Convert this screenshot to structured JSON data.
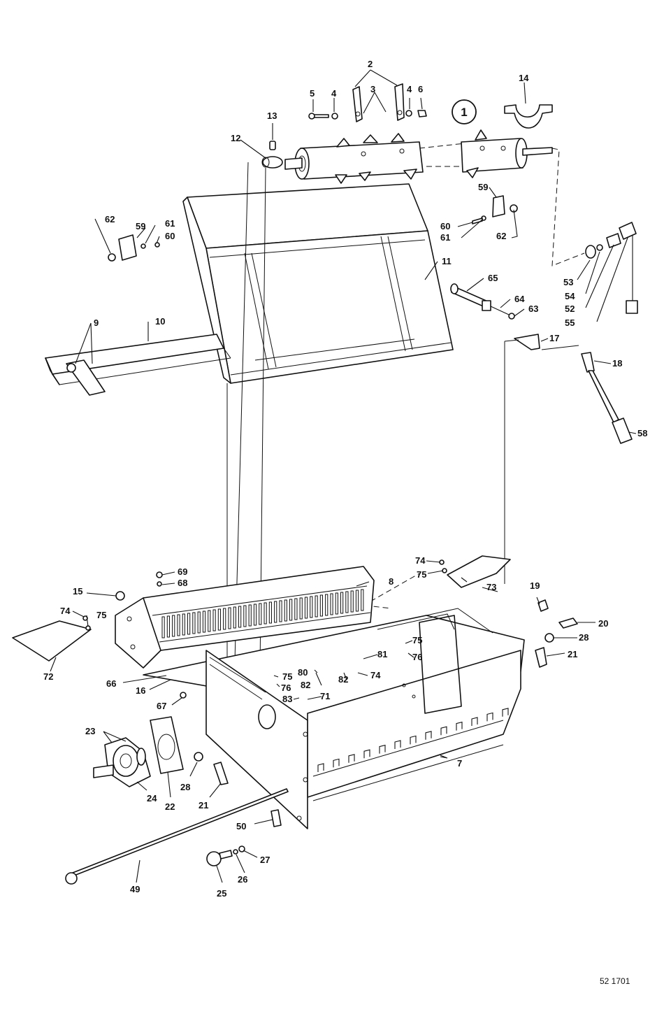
{
  "figure_number": "1",
  "drawing_ref": "52 1701",
  "callouts": [
    {
      "id": "c2",
      "text": "2"
    },
    {
      "id": "c3",
      "text": "3"
    },
    {
      "id": "c4a",
      "text": "4"
    },
    {
      "id": "c4b",
      "text": "4"
    },
    {
      "id": "c5",
      "text": "5"
    },
    {
      "id": "c6",
      "text": "6"
    },
    {
      "id": "c12",
      "text": "12"
    },
    {
      "id": "c13",
      "text": "13"
    },
    {
      "id": "c14",
      "text": "14"
    },
    {
      "id": "c59a",
      "text": "59"
    },
    {
      "id": "c60a",
      "text": "60"
    },
    {
      "id": "c61a",
      "text": "61"
    },
    {
      "id": "c62a",
      "text": "62"
    },
    {
      "id": "c62b",
      "text": "62"
    },
    {
      "id": "c59b",
      "text": "59"
    },
    {
      "id": "c61b",
      "text": "61"
    },
    {
      "id": "c60b",
      "text": "60"
    },
    {
      "id": "c11",
      "text": "11"
    },
    {
      "id": "c65",
      "text": "65"
    },
    {
      "id": "c64",
      "text": "64"
    },
    {
      "id": "c63",
      "text": "63"
    },
    {
      "id": "c53",
      "text": "53"
    },
    {
      "id": "c54",
      "text": "54"
    },
    {
      "id": "c52",
      "text": "52"
    },
    {
      "id": "c55",
      "text": "55"
    },
    {
      "id": "c9",
      "text": "9"
    },
    {
      "id": "c10",
      "text": "10"
    },
    {
      "id": "c17",
      "text": "17"
    },
    {
      "id": "c18",
      "text": "18"
    },
    {
      "id": "c58",
      "text": "58"
    },
    {
      "id": "c69",
      "text": "69"
    },
    {
      "id": "c68",
      "text": "68"
    },
    {
      "id": "c8",
      "text": "8"
    },
    {
      "id": "c74a",
      "text": "74"
    },
    {
      "id": "c75a",
      "text": "75"
    },
    {
      "id": "c73",
      "text": "73"
    },
    {
      "id": "c15",
      "text": "15"
    },
    {
      "id": "c74b",
      "text": "74"
    },
    {
      "id": "c75b",
      "text": "75"
    },
    {
      "id": "c72",
      "text": "72"
    },
    {
      "id": "c19",
      "text": "19"
    },
    {
      "id": "c20",
      "text": "20"
    },
    {
      "id": "c28a",
      "text": "28"
    },
    {
      "id": "c21a",
      "text": "21"
    },
    {
      "id": "c75c",
      "text": "75"
    },
    {
      "id": "c76a",
      "text": "76"
    },
    {
      "id": "c81",
      "text": "81"
    },
    {
      "id": "c80",
      "text": "80"
    },
    {
      "id": "c82a",
      "text": "82"
    },
    {
      "id": "c82b",
      "text": "82"
    },
    {
      "id": "c74c",
      "text": "74"
    },
    {
      "id": "c75d",
      "text": "75"
    },
    {
      "id": "c76b",
      "text": "76"
    },
    {
      "id": "c66",
      "text": "66"
    },
    {
      "id": "c16",
      "text": "16"
    },
    {
      "id": "c67",
      "text": "67"
    },
    {
      "id": "c83",
      "text": "83"
    },
    {
      "id": "c71",
      "text": "71"
    },
    {
      "id": "c7",
      "text": "7"
    },
    {
      "id": "c23",
      "text": "23"
    },
    {
      "id": "c24",
      "text": "24"
    },
    {
      "id": "c22",
      "text": "22"
    },
    {
      "id": "c28b",
      "text": "28"
    },
    {
      "id": "c21b",
      "text": "21"
    },
    {
      "id": "c50",
      "text": "50"
    },
    {
      "id": "c27",
      "text": "27"
    },
    {
      "id": "c26",
      "text": "26"
    },
    {
      "id": "c25",
      "text": "25"
    },
    {
      "id": "c49",
      "text": "49"
    }
  ]
}
